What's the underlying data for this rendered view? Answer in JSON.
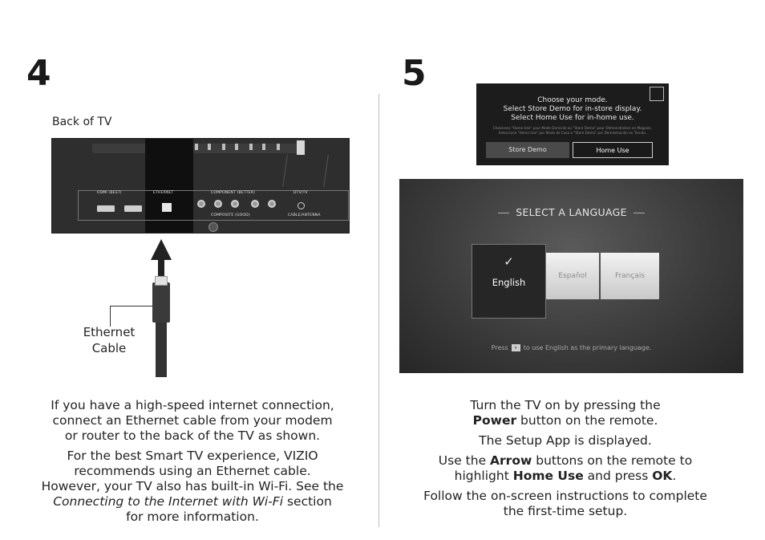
{
  "steps": {
    "left_number": "4",
    "right_number": "5"
  },
  "left": {
    "diagram_title": "Back of TV",
    "panel_labels": {
      "hdmi": "HDMI (BEST)",
      "ethernet": "ETHERNET",
      "component": "COMPONENT (BETTER)",
      "dtv": "DTV/TV",
      "composite": "COMPOSITE (GOOD)",
      "antenna": "CABLE/ANTENNA"
    },
    "cable_label_line1": "Ethernet",
    "cable_label_line2": "Cable",
    "para1": [
      "If you have a high-speed internet connection,",
      "connect an Ethernet cable from your modem",
      "or router to the back of the TV as shown."
    ],
    "para2_line1": "For the best Smart TV experience, VIZIO",
    "para2_line2": "recommends using an Ethernet cable.",
    "para2_line3": "However, your TV also has built-in Wi-Fi. See the",
    "para2_line4_italic": "Connecting to the Internet with Wi-Fi",
    "para2_line4_rest": " section",
    "para2_line5": "for more information."
  },
  "right": {
    "mode_dialog": {
      "line1": "Choose your mode.",
      "line2": "Select Store Demo for in-store display.",
      "line3": "Select Home Use for in-home use.",
      "fine1": "Choisissez \"Home Use\" pour Mode Domicile ou \"Store Demo\" pour Démonstration en Magasin.",
      "fine2": "Seleccione \"Home Use\" por Modo de Casa o \"Store Demo\" por Demostración en Tienda.",
      "store_demo": "Store Demo",
      "home_use": "Home Use",
      "logo_icon": "energy-star-icon"
    },
    "language_screen": {
      "title": "SELECT A LANGUAGE",
      "options": [
        "English",
        "Español",
        "Français"
      ],
      "selected": "English",
      "footer_pre": "Press",
      "footer_key": "»",
      "footer_post": "to use English as the primary language."
    },
    "line1": "Turn the TV on by pressing the",
    "line2_bold": "Power",
    "line2_rest": " button on the remote.",
    "line3": "The Setup App is displayed.",
    "line4_pre": "Use the ",
    "line4_bold": "Arrow",
    "line4_rest": " buttons on the remote to",
    "line5_pre": "highlight ",
    "line5_bold1": "Home Use",
    "line5_mid": " and press ",
    "line5_bold2": "OK",
    "line5_end": ".",
    "line6": "Follow the on-screen instructions to complete",
    "line7": "the first-time setup."
  }
}
